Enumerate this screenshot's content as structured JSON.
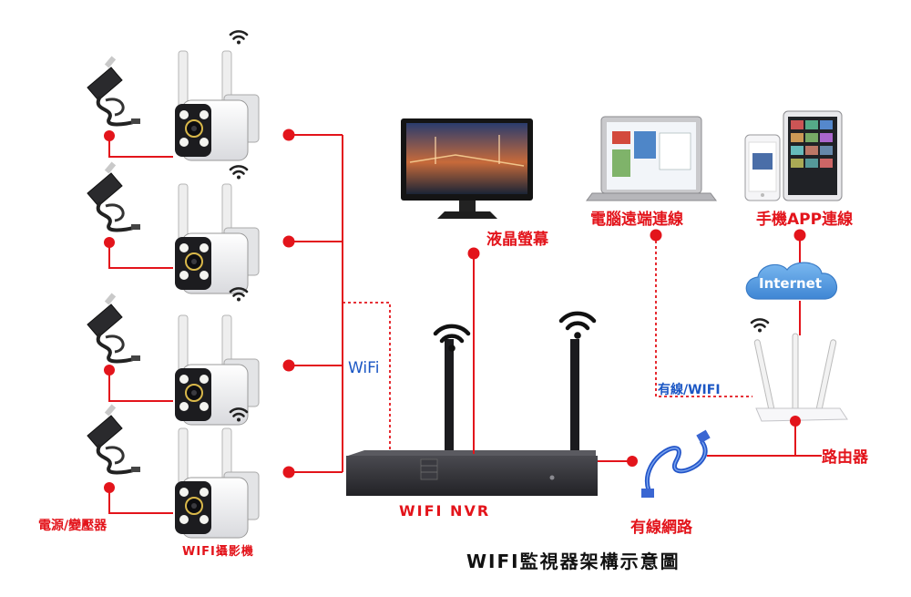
{
  "labels": {
    "power_adapter": "電源/變壓器",
    "wifi_camera": "WIFI攝影機",
    "lcd_monitor": "液晶螢幕",
    "pc_remote": "電腦遠端連線",
    "phone_app": "手機APP連線",
    "internet": "Internet",
    "wifi": "WiFi",
    "wired_wifi": "有線/WIFI",
    "router": "路由器",
    "nvr": "WIFI NVR",
    "network_cable": "有線網路",
    "title": "WIFI監視器架構示意圖"
  },
  "colors": {
    "wire": "#e3141b",
    "wifi_link": "#e3141b",
    "cloud": "#4f9be0",
    "nvr_body": "#2b2b2e",
    "cable_blue": "#2456c9"
  },
  "icons": {
    "camera": "bullet-camera-icon",
    "adapter": "power-adapter-icon",
    "signal": "wifi-signal-icon",
    "monitor": "monitor-icon",
    "laptop": "laptop-icon",
    "phone": "phone-icon",
    "tablet": "tablet-icon",
    "router": "router-icon",
    "nvr": "nvr-icon",
    "cable": "ethernet-cable-icon",
    "cloud": "internet-cloud-icon"
  }
}
